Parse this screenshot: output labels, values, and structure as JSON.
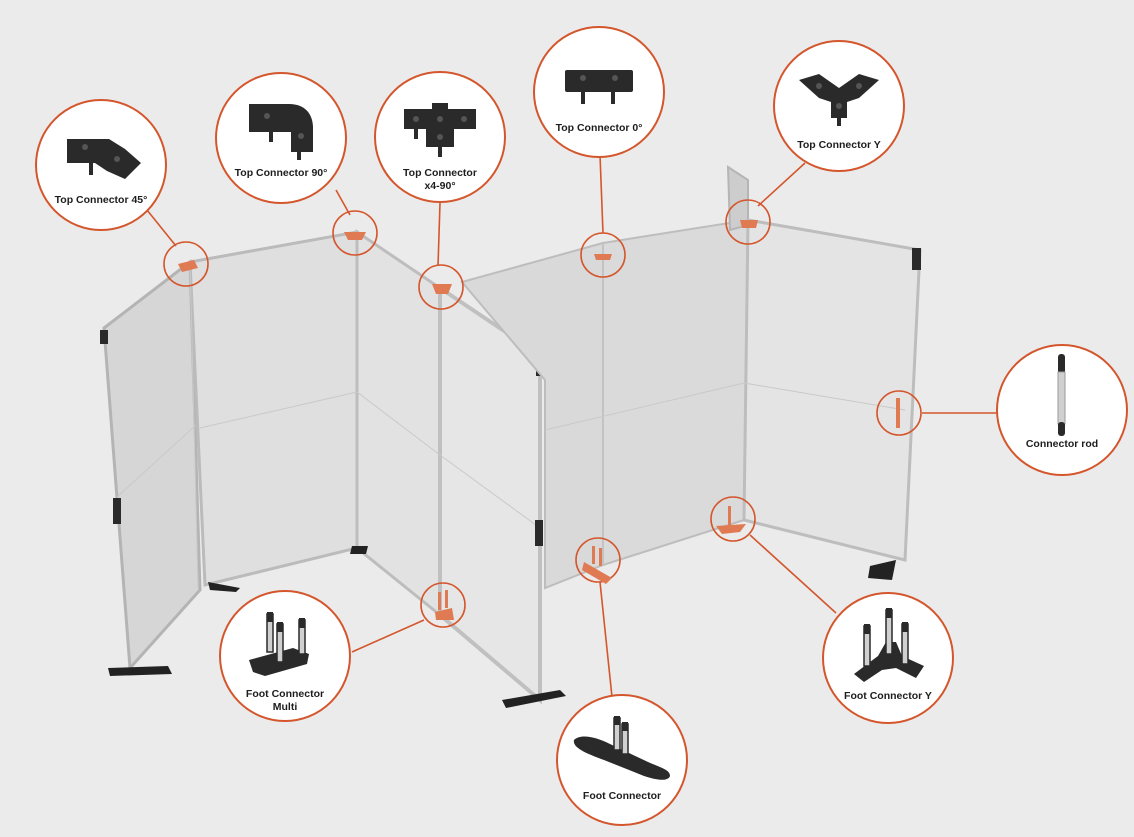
{
  "colors": {
    "background": "#ebebeb",
    "accent": "#d4562c",
    "panel": "#dcdcdc",
    "frame": "#b9b9b9",
    "part": "#2a2a2a"
  },
  "callouts": {
    "top_45": {
      "label": "Top Connector 45°",
      "icon": "top-connector-45-icon"
    },
    "top_90": {
      "label": "Top Connector 90°",
      "icon": "top-connector-90-icon"
    },
    "top_x4": {
      "label_line1": "Top Connector",
      "label_line2": "x4-90°",
      "icon": "top-connector-x4-90-icon"
    },
    "top_0": {
      "label": "Top Connector 0°",
      "icon": "top-connector-0-icon"
    },
    "top_y": {
      "label": "Top Connector Y",
      "icon": "top-connector-y-icon"
    },
    "rod": {
      "label": "Connector rod",
      "icon": "connector-rod-icon"
    },
    "foot_multi": {
      "label_line1": "Foot Connector",
      "label_line2": "Multi",
      "icon": "foot-connector-multi-icon"
    },
    "foot": {
      "label": "Foot Connector",
      "icon": "foot-connector-icon"
    },
    "foot_y": {
      "label": "Foot Connector Y",
      "icon": "foot-connector-y-icon"
    }
  }
}
